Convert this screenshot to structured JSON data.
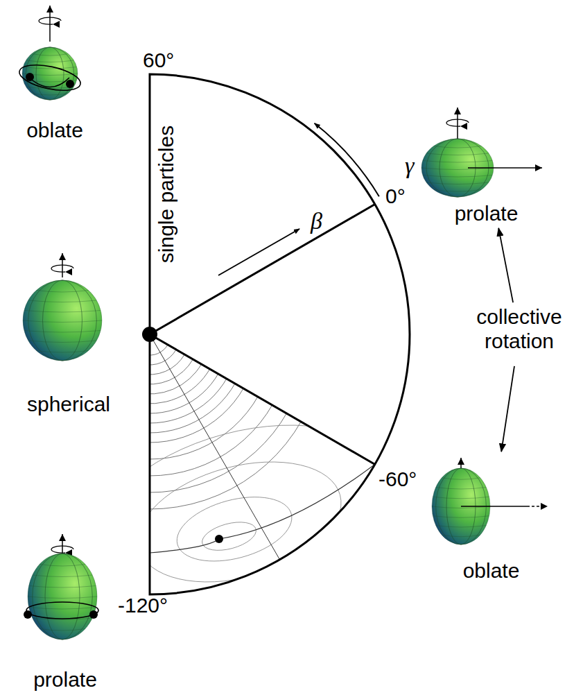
{
  "diagram": {
    "nodes": [
      {
        "text": [
          "oblate"
        ]
      },
      {
        "text": [
          "prolate"
        ]
      },
      {
        "text": [
          "spherical"
        ]
      },
      {
        "text": [
          "collective rotation"
        ]
      },
      {
        "text": [
          "oblate"
        ]
      },
      {
        "text": [
          "prolate"
        ]
      }
    ],
    "edges": [
      {
        "from": 3,
        "to": 1,
        "arrow": "to"
      },
      {
        "from": 3,
        "to": 4,
        "arrow": "to"
      }
    ],
    "labels": [
      "60°",
      "γ",
      "0°",
      "β",
      "single particles",
      "-60°",
      "-120°"
    ]
  }
}
